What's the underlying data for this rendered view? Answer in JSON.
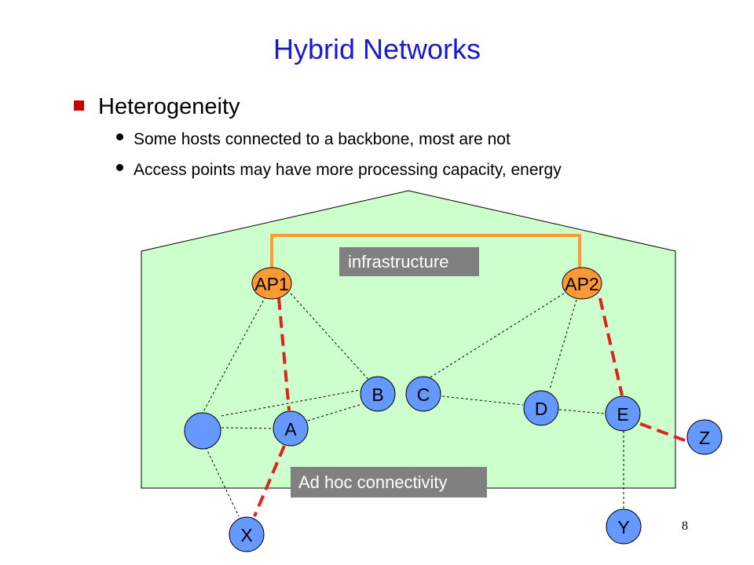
{
  "slide": {
    "title": "Hybrid Networks",
    "bullet": "Heterogeneity",
    "subbullets": [
      "Some hosts connected to a backbone, most are not",
      "Access points may have more processing capacity, energy"
    ],
    "page_number": "8"
  },
  "diagram": {
    "infrastructure_label": "infrastructure",
    "adhoc_label": "Ad hoc connectivity",
    "nodes": {
      "ap1": "AP1",
      "ap2": "AP2",
      "b": "B",
      "c": "C",
      "d": "D",
      "e": "E",
      "a": "A",
      "unlabeled": "",
      "x": "X",
      "y": "Y",
      "z": "Z"
    },
    "colors": {
      "region_fill": "#ccffcc",
      "host_node": "#6699ff",
      "access_point": "#ff9933",
      "backbone": "#ff9933",
      "adhoc_link": "#dd2222",
      "label_box": "#808080"
    }
  }
}
